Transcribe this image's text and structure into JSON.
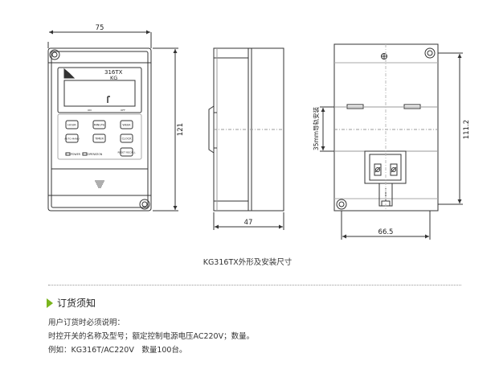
{
  "front_view": {
    "width_dim": "75",
    "height_dim": "121",
    "model": "316TX",
    "sub_model": "KG",
    "on_label": "ON",
    "off_label": "OFF",
    "buttons": [
      "HOUR",
      "MINUTE",
      "WEEK",
      "AUTO MANU",
      "TIMER",
      "CLOCK",
      "",
      "",
      "RESET RECALL"
    ],
    "power_label": "POWER",
    "operation_label": "OPERATION"
  },
  "side_view": {
    "depth_dim": "47"
  },
  "back_view": {
    "height_dim": "111.2",
    "width_dim": "66.5",
    "rail_label": "35mm导轨安装"
  },
  "caption": "KG316TX外形及安装尺寸",
  "section": {
    "title": "订货须知",
    "lines": [
      "用户订货时必须说明：",
      "时控开关的名称及型号；额定控制电源电压AC220V；数量。",
      "例如：KG316T/AC220V　数量100台。"
    ]
  },
  "colors": {
    "accent": "#7ab51d",
    "line": "#333333"
  }
}
